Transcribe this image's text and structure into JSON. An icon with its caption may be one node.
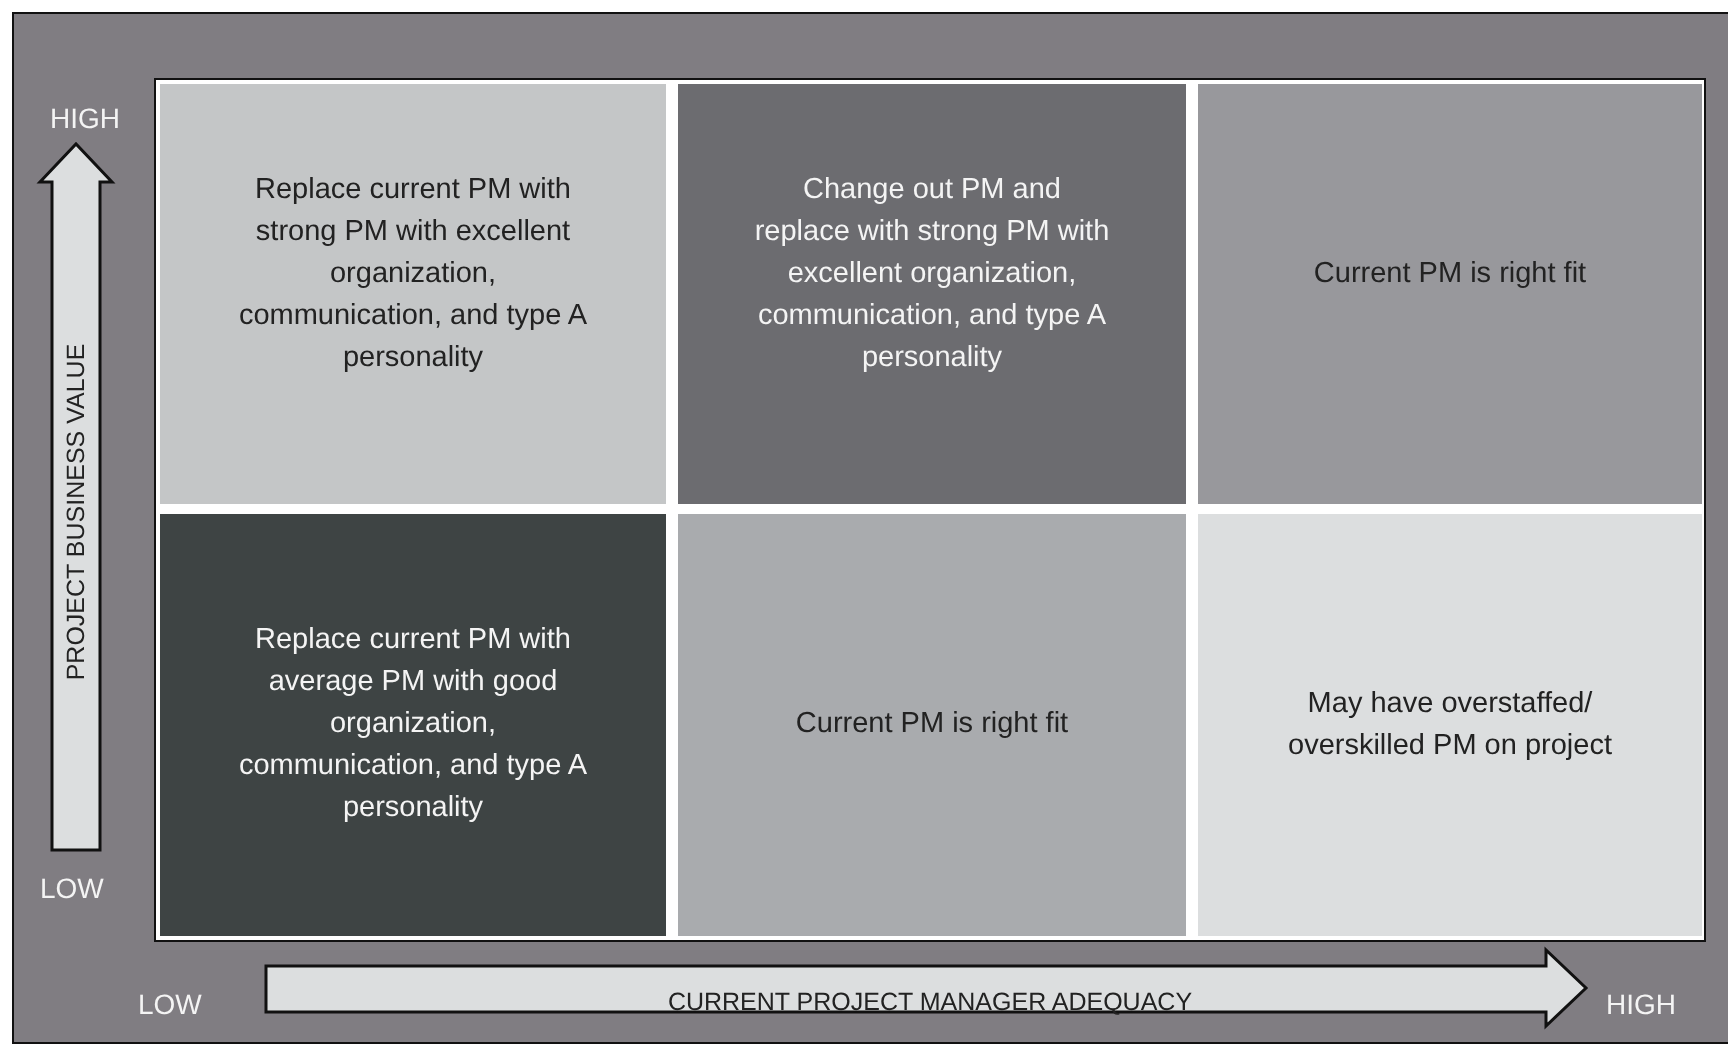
{
  "diagram": {
    "nodes": [
      {
        "text": [
          "Replace current PM with strong PM with excellent organization, communication, and type A personality"
        ]
      },
      {
        "text": [
          "Change out PM and replace with strong PM with excellent organization, communication, and type A personality"
        ]
      },
      {
        "text": [
          "Current PM is right fit"
        ]
      },
      {
        "text": [
          "Replace current PM with average PM with good organization, communication, and type A personality"
        ]
      },
      {
        "text": [
          "Current PM is right fit"
        ]
      },
      {
        "text": [
          "May have overstaffed/ overskilled PM on project"
        ]
      }
    ],
    "labels": [
      "HIGH",
      "PROJECT BUSINESS VALUE",
      "LOW",
      "LOW",
      "CURRENT PROJECT MANAGER ADEQUACY",
      "HIGH"
    ]
  }
}
